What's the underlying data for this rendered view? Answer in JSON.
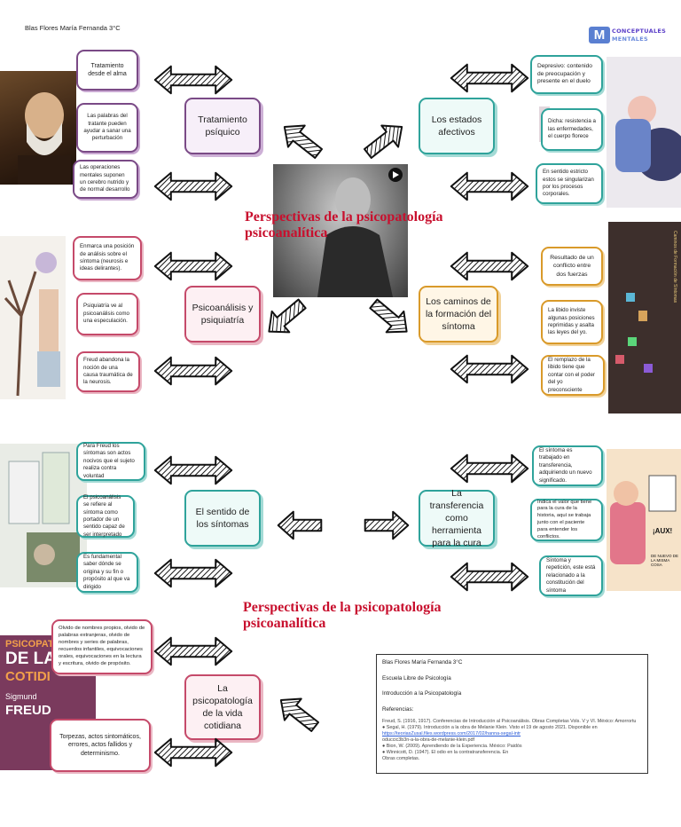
{
  "author": "Blas Flores María Fernanda 3°C",
  "logo": {
    "mark": "M",
    "line1": "CONCEPTUALES",
    "line2": "MENTALES"
  },
  "titles": {
    "top": "Perspectivas de la psicopatología psicoanalítica",
    "bottom": "Perspectivas de la psicopatología psicoanalítica"
  },
  "nodes": {
    "tratamiento": {
      "main": "Tratamiento psíquico",
      "details": [
        "Tratamiento desde el alma",
        "Las palabras del tratante pueden ayudar a sanar una perturbación",
        "Las operaciones mentales suponen un cerebro nutrido y de normal desarrollo"
      ]
    },
    "estados": {
      "main": "Los estados afectivos",
      "details": [
        "Depresivo: contenido de preocupación y presente en el duelo",
        "Dicha: resistencia a las enfermedades, el cuerpo florece",
        "En sentido estricto estos se singularizan por los procesos corporales."
      ]
    },
    "psicoanalisis": {
      "main": "Psicoanálisis y psiquiatría",
      "details": [
        "Enmarca una posición de análisis sobre el síntoma (neurosis e ideas delirantes).",
        "Psiquiatría ve al psicoanálisis como una especulación.",
        "Freud abandona la noción de una causa traumática de la neurosis."
      ]
    },
    "caminos": {
      "main": "Los caminos de la formación del síntoma",
      "details": [
        "Resultado de un conflicto entre dos fuerzas",
        "La libido inviste algunas posiciones reprimidas y asalta las leyes del yo.",
        "El remplazo de la libido tiene que contar con el poder del yo preconsciente"
      ]
    },
    "sentido": {
      "main": "El sentido de los síntomas",
      "details": [
        "Para Freud los síntomas son actos nocivos que el sujeto realiza contra voluntad",
        "El psicoanálisis se refiere al síntoma como portador de un sentido capaz de ser interpretado",
        "Es fundamental saber dónde se origina y su fin o propósito al que va dirigido"
      ]
    },
    "transferencia": {
      "main": "La transferencia como herramienta para la cura",
      "details": [
        "El síntoma es trabajado en transferencia, adquiriendo un nuevo significado.",
        "Indica el valor que tiene para la cura de la historia, aquí se trabaja junto con el paciente para entender los conflictos.",
        "Síntoma y repetición, este está relacionado a la constitución del síntoma"
      ]
    },
    "cotidiana": {
      "main": "La psicopatología de la vida cotidiana",
      "details": [
        "Olvido de nombres propios, olvido de palabras extranjeras, olvido de nombres y series de palabras, recuerdos infantiles, equivocaciones orales, equivocaciones en la lectura y escritura, olvido de propósito.",
        "Torpezas, actos sintomáticos, errores, actos fallidos y determinismo."
      ]
    }
  },
  "image_text": {
    "book_top": "PSICOPAT",
    "book_mid": "DE LA",
    "book_low": "COTIDI",
    "book_author1": "Sigmund",
    "book_author2": "FREUD",
    "side_banner": "Caminos de Formación de Síntomas",
    "comic_1": "¡AUX!",
    "comic_2": "DE NUEVO DE LA MISMA COSA"
  },
  "references": {
    "lines": [
      "Blas Flores María Fernanda 3°C",
      "Escuela Libre de Psicología",
      "Introducción a la Psicopatología",
      "Referencias:"
    ],
    "entries": [
      "Freud, S. (1916, 1917). Conferencias de Introducción al Psicoanálisis. Obras Completas Vols. V y VI. México: Amorrortu",
      "● Segal, H. (1979). Introducción a la obra de Melanie Klein. Visto el 19 de agosto 2021. Disponible en",
      "https://teoriasZusal.files.wordpress.com/2017/02/hanna-segal-intr",
      "oduccic3b3n-a-la-obra-de-melanie-klein.pdf",
      "● Bion, W. (2009). Aprendiendo de la Experiencia. México: Paidós",
      "● Winnicott, D. (1947). El odio en la contratransferencia. En",
      "Obras completas."
    ]
  },
  "colors": {
    "title": "#c8102e",
    "purple": "#7a4a86",
    "teal": "#2fa39b",
    "red": "#c54a6a",
    "orange": "#d99a2a"
  }
}
